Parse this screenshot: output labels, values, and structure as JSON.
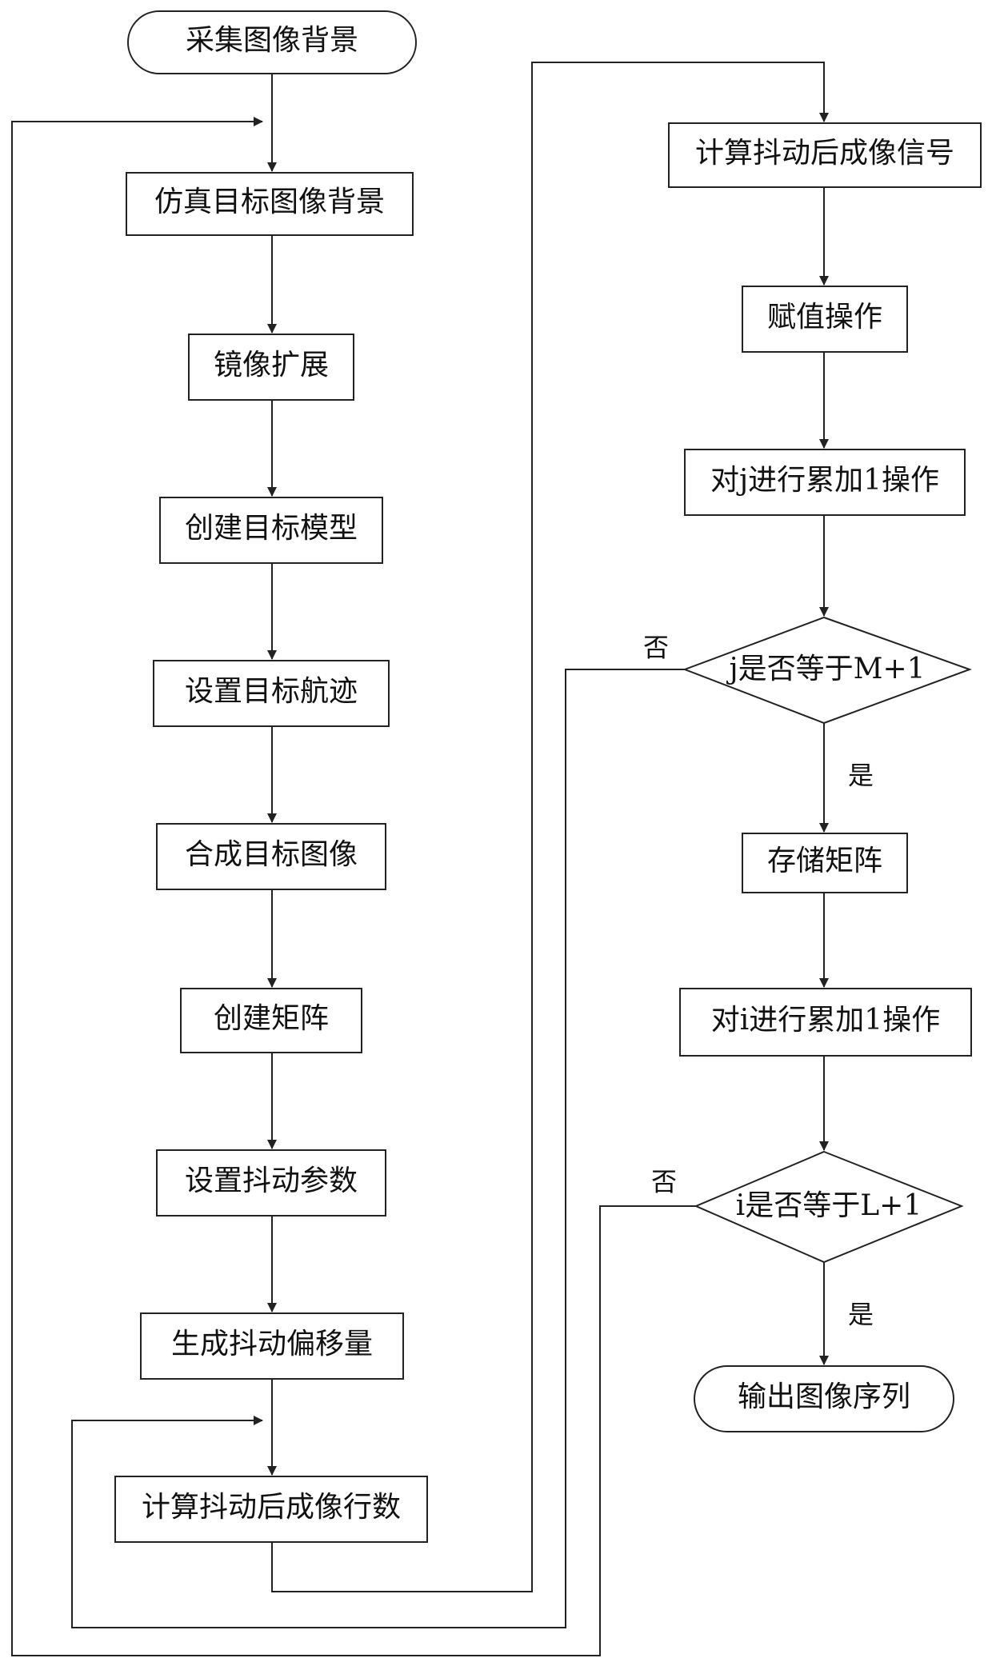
{
  "nodes": {
    "start": "采集图像背景",
    "sim_background": "仿真目标图像背景",
    "mirror_expand": "镜像扩展",
    "create_model": "创建目标模型",
    "set_track": "设置目标航迹",
    "synth_image": "合成目标图像",
    "create_matrix": "创建矩阵",
    "set_jitter": "设置抖动参数",
    "gen_offset": "生成抖动偏移量",
    "calc_rows": "计算抖动后成像行数",
    "calc_signal": "计算抖动后成像信号",
    "assign": "赋值操作",
    "inc_j": "对j进行累加1操作",
    "cond_j": "j是否等于M+1",
    "store_matrix": "存储矩阵",
    "inc_i": "对i进行累加1操作",
    "cond_i": "i是否等于L+1",
    "end": "输出图像序列"
  },
  "labels": {
    "yes": "是",
    "no": "否"
  }
}
